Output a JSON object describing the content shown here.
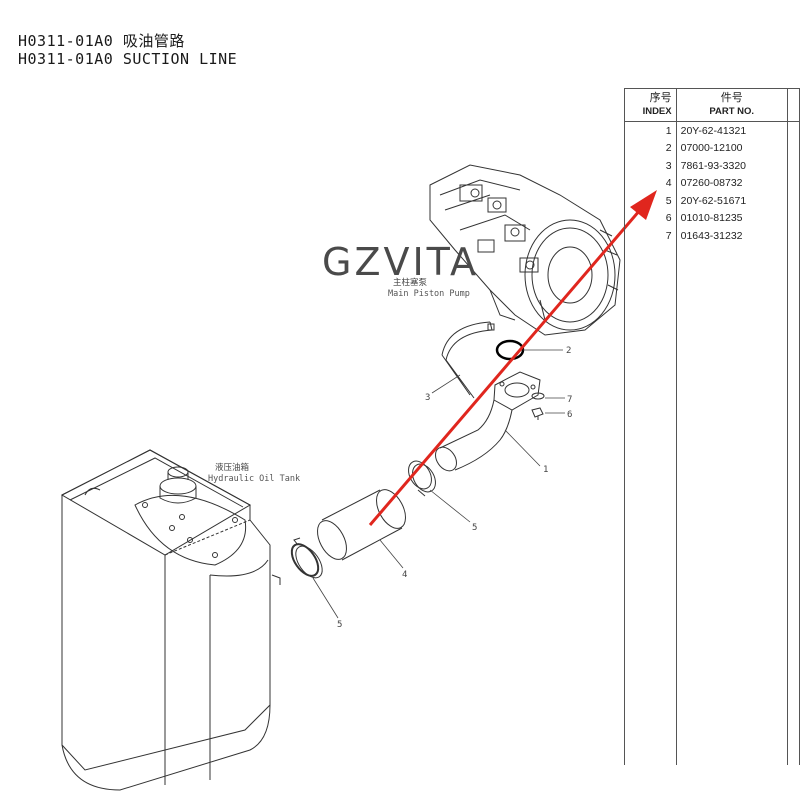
{
  "title": {
    "line1": "H0311-01A0 吸油管路",
    "line2": "H0311-01A0 SUCTION LINE"
  },
  "table": {
    "header_index_zh": "序号",
    "header_index_en": "INDEX",
    "header_part_zh": "件号",
    "header_part_en": "PART NO.",
    "rows": [
      {
        "index": "1",
        "part": "20Y-62-41321"
      },
      {
        "index": "2",
        "part": "07000-12100"
      },
      {
        "index": "3",
        "part": "7861-93-3320"
      },
      {
        "index": "4",
        "part": "07260-08732"
      },
      {
        "index": "5",
        "part": "20Y-62-51671"
      },
      {
        "index": "6",
        "part": "01010-81235"
      },
      {
        "index": "7",
        "part": "01643-31232"
      }
    ]
  },
  "watermark": "GZVITA",
  "labels": {
    "pump_zh": "主柱塞泵",
    "pump_en": "Main Piston Pump",
    "tank_zh": "液压油箱",
    "tank_en": "Hydraulic Oil Tank"
  },
  "callouts": {
    "c1": "1",
    "c2": "2",
    "c3": "3",
    "c4": "4",
    "c5a": "5",
    "c5b": "5",
    "c6": "6",
    "c7": "7"
  },
  "colors": {
    "arrow": "#e0261e",
    "line": "#333333",
    "oring": "#000000"
  }
}
